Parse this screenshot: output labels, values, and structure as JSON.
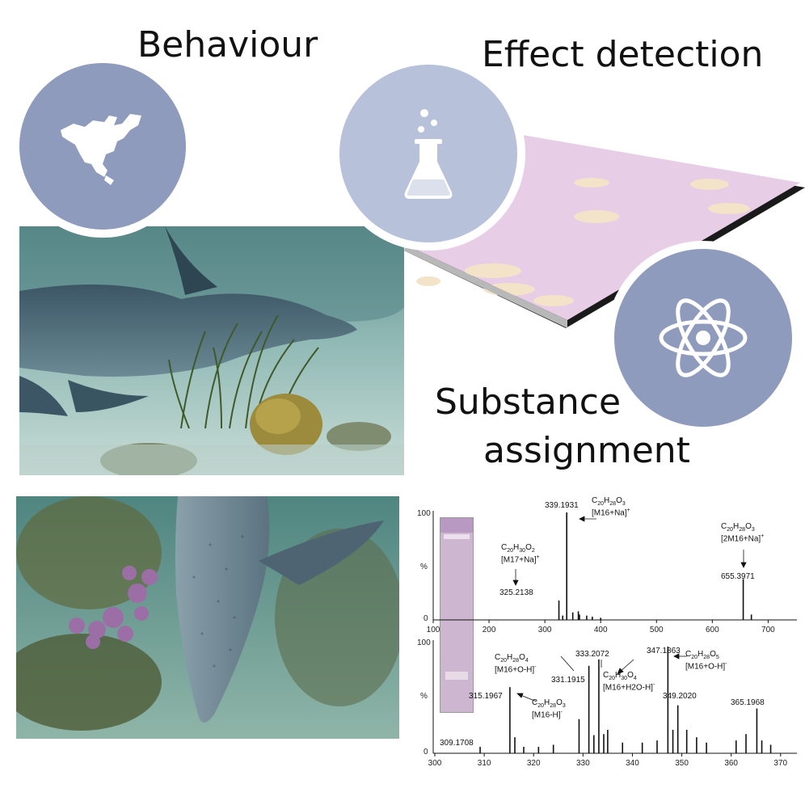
{
  "headings": {
    "behaviour": "Behaviour",
    "effect": "Effect detection",
    "substance_line1": "Substance",
    "substance_line2": "assignment"
  },
  "icons": {
    "behaviour": "north-america-map-icon",
    "effect": "flask-icon",
    "substance": "atom-icon"
  },
  "colors": {
    "circle_behaviour": "#8e9bbd",
    "circle_effect": "#b7c1d9",
    "circle_substance": "#8e9bbd",
    "plate_pink": "#e5c6e3",
    "spectrum_line": "#111111"
  },
  "spectrum_top": {
    "y_label": "%",
    "x_ticks": [
      "100",
      "200",
      "300",
      "400",
      "500",
      "600",
      "700"
    ],
    "x_range": [
      100,
      740
    ],
    "baseline_label": "0",
    "peaks": [
      {
        "x": 325.2138,
        "rel": 0.18
      },
      {
        "x": 339.1931,
        "rel": 1.0
      },
      {
        "x": 655.3971,
        "rel": 0.38
      },
      {
        "x": 350,
        "rel": 0.07
      },
      {
        "x": 362,
        "rel": 0.05
      },
      {
        "x": 375,
        "rel": 0.04
      },
      {
        "x": 385,
        "rel": 0.03
      },
      {
        "x": 400,
        "rel": 0.02
      },
      {
        "x": 670,
        "rel": 0.05
      },
      {
        "x": 360,
        "rel": 0.08
      },
      {
        "x": 332,
        "rel": 0.04
      }
    ],
    "labels": [
      {
        "text": "339.1931"
      },
      {
        "formula_main": "C",
        "formula_rest": "20H28O3",
        "ion": "[M16+Na]",
        "charge": "+"
      },
      {
        "text": "325.2138"
      },
      {
        "formula_main": "C",
        "formula_rest": "20H30O2",
        "ion": "[M17+Na]",
        "charge": "+"
      },
      {
        "text": "655.3971"
      },
      {
        "formula_main": "C",
        "formula_rest": "20H28O3",
        "ion": "[2M16+Na]",
        "charge": "+"
      }
    ]
  },
  "spectrum_bottom": {
    "y_label": "%",
    "x_ticks": [
      "300",
      "310",
      "320",
      "330",
      "340",
      "350",
      "360",
      "370"
    ],
    "x_range": [
      300,
      372
    ],
    "baseline_label": "0",
    "peaks": [
      {
        "x": 309.1708,
        "rel": 0.06
      },
      {
        "x": 315.1967,
        "rel": 0.62
      },
      {
        "x": 316.2,
        "rel": 0.15
      },
      {
        "x": 318,
        "rel": 0.06
      },
      {
        "x": 321,
        "rel": 0.06
      },
      {
        "x": 324,
        "rel": 0.08
      },
      {
        "x": 329.2,
        "rel": 0.32
      },
      {
        "x": 331.1915,
        "rel": 0.82
      },
      {
        "x": 332.2,
        "rel": 0.17
      },
      {
        "x": 333.2072,
        "rel": 0.88
      },
      {
        "x": 334.2,
        "rel": 0.18
      },
      {
        "x": 335,
        "rel": 0.22
      },
      {
        "x": 338,
        "rel": 0.1
      },
      {
        "x": 342,
        "rel": 0.1
      },
      {
        "x": 345,
        "rel": 0.12
      },
      {
        "x": 347.1863,
        "rel": 1.0
      },
      {
        "x": 348.2,
        "rel": 0.22
      },
      {
        "x": 349.202,
        "rel": 0.45
      },
      {
        "x": 351,
        "rel": 0.22
      },
      {
        "x": 353,
        "rel": 0.15
      },
      {
        "x": 355,
        "rel": 0.1
      },
      {
        "x": 361,
        "rel": 0.12
      },
      {
        "x": 363,
        "rel": 0.18
      },
      {
        "x": 365.1968,
        "rel": 0.42
      },
      {
        "x": 366.2,
        "rel": 0.12
      },
      {
        "x": 368,
        "rel": 0.08
      }
    ],
    "labels": [
      {
        "text": "309.1708"
      },
      {
        "text": "315.1967"
      },
      {
        "formula_main": "C",
        "formula_rest": "20H28O3",
        "ion": "[M16-H]",
        "charge": "-"
      },
      {
        "formula_main": "C",
        "formula_rest": "20H28O4",
        "ion": "[M16+O-H]",
        "charge": "-"
      },
      {
        "text": "331.1915"
      },
      {
        "text": "333.2072"
      },
      {
        "formula_main": "C",
        "formula_rest": "20H30O4",
        "ion": "[M16+H2O-H]",
        "charge": "-"
      },
      {
        "text": "347.1863"
      },
      {
        "formula_main": "C",
        "formula_rest": "20H28O5",
        "ion": "[M16+O-H]",
        "charge": "-"
      },
      {
        "text": "349.2020"
      },
      {
        "text": "365.1968"
      }
    ]
  }
}
